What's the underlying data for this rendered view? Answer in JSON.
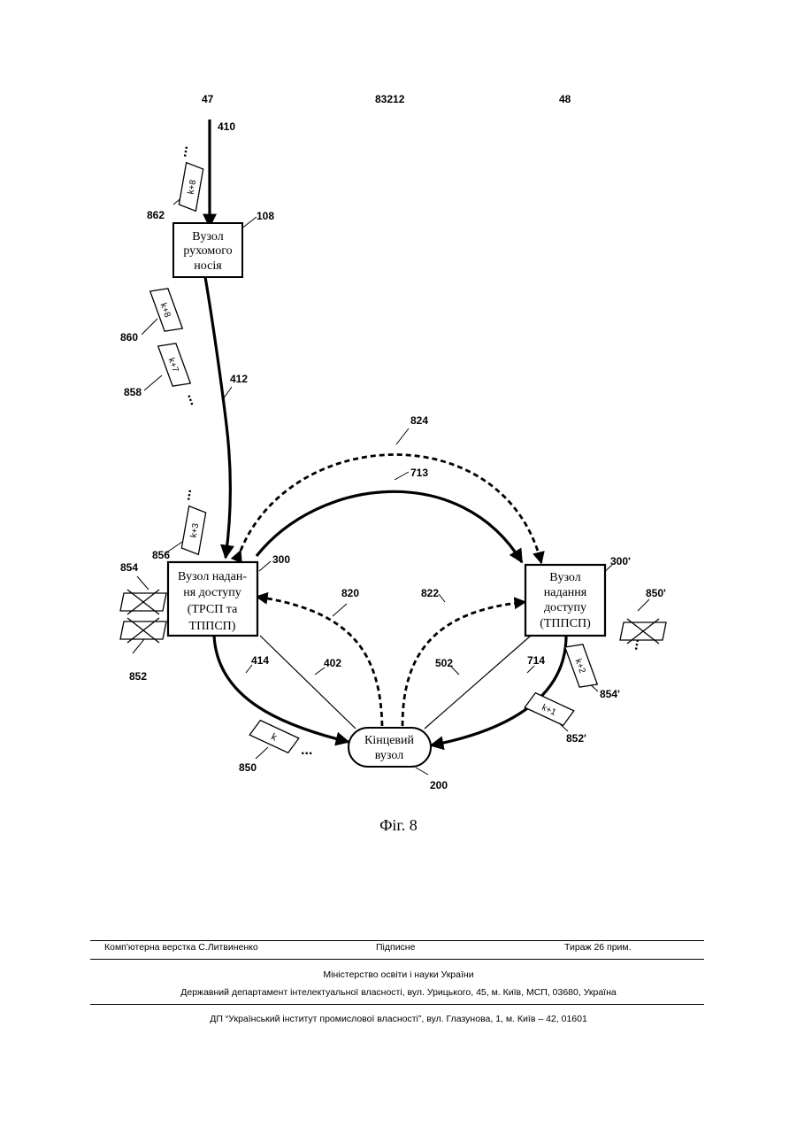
{
  "header": {
    "left_page": "47",
    "patent_no": "83212",
    "right_page": "48"
  },
  "diagram": {
    "nodes": {
      "mobile_carrier": [
        "Вузол",
        "рухомого",
        "носія"
      ],
      "access_left": [
        "Вузол надан-",
        "ня доступу",
        "(ТРСП та",
        "ТППСП)"
      ],
      "access_right": [
        "Вузол",
        "надання",
        "доступу",
        "(ТППСП)"
      ],
      "end_node": [
        "Кінцевий",
        "вузол"
      ]
    },
    "refs": {
      "r410": "410",
      "r108": "108",
      "r862": "862",
      "r860": "860",
      "r858": "858",
      "r412": "412",
      "r824": "824",
      "r713": "713",
      "r856": "856",
      "r854": "854",
      "r852": "852",
      "r300": "300",
      "r300p": "300'",
      "r820": "820",
      "r822": "822",
      "r850p": "850'",
      "r414": "414",
      "r402": "402",
      "r502": "502",
      "r714": "714",
      "r854p": "854'",
      "r852p": "852'",
      "r850": "850",
      "r200": "200"
    },
    "packets": {
      "k8a": "k+8",
      "k8b": "k+8",
      "k7": "k+7",
      "k3": "k+3",
      "k2": "k+2",
      "k1": "k+1",
      "k": "k"
    },
    "dots": "...",
    "caption": "Фіг. 8"
  },
  "footer": {
    "layout": "Комп'ютерна верстка С.Литвиненко",
    "signed": "Підписне",
    "circulation": "Тираж 26 прим.",
    "ministry": "Міністерство освіти і науки України",
    "department": "Державний департамент інтелектуальної власності, вул. Урицького, 45, м. Київ, МСП, 03680, Україна",
    "institute": "ДП “Український інститут промислової власності”, вул. Глазунова, 1, м. Київ – 42, 01601"
  }
}
